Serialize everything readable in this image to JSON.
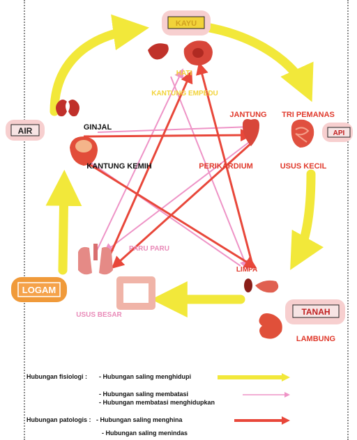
{
  "elements": {
    "kayu": "KAYU",
    "api": "API",
    "tanah": "TANAH",
    "logam": "LOGAM",
    "air": "AIR"
  },
  "organs": {
    "hati": "HATI",
    "kantung_empedu": "KANTUNG EMPEDU",
    "jantung": "JANTUNG",
    "tri_pemanas": "TRI PEMANAS",
    "perikardium": "PERIKARDIUM",
    "usus_kecil": "USUS KECIL",
    "limpa": "LIMPA",
    "lambung": "LAMBUNG",
    "paru_paru": "PARU PARU",
    "usus_besar": "USUS BESAR",
    "ginjal": "GINJAL",
    "kantung_kemih": "KANTUNG KEMIH"
  },
  "legend": {
    "fisiologi_title": "Hubungan fisiologi :",
    "saling_menghidupi": "- Hubungan saling menghidupi",
    "saling_membatasi": "- Hubungan saling membatasi",
    "membatasi_menghidupkan": "- Hubungan membatasi menghidupkan",
    "patologis_title": "Hubungan patologis :",
    "saling_menghina": "- Hubungan saling menghina",
    "saling_menindas": "- Hubungan saling menindas"
  },
  "colors": {
    "generating": "#f2e83a",
    "control": "#ee93c6",
    "pathology": "#e8473a",
    "element_badge": "#f7cfcf",
    "logam_badge": "#f09a3a",
    "organ_label_yellow": "#f2d33a",
    "organ_label_red": "#e0392b",
    "organ_label_pink": "#e98ab8"
  }
}
